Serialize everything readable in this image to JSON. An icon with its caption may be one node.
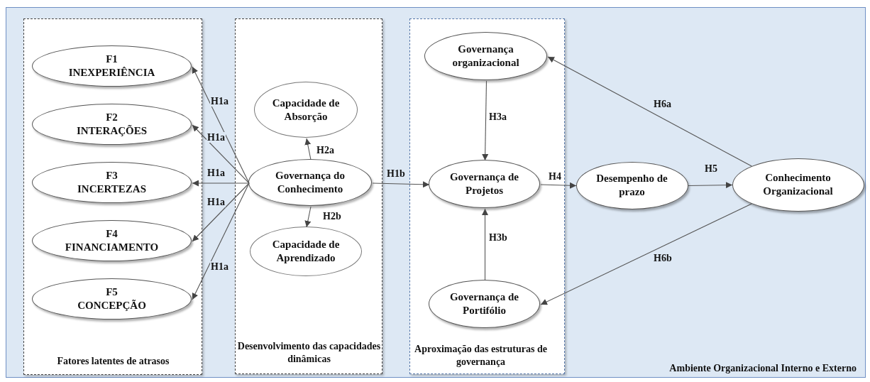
{
  "diagram": {
    "nodes": [
      {
        "text": [
          "Ambiente Organizacional Interno e Externo"
        ]
      },
      {
        "text": [
          "Fatores latentes de atrasos"
        ],
        "in": 0
      },
      {
        "text": [
          "F1",
          "INEXPERIÊNCIA"
        ],
        "in": 1
      },
      {
        "text": [
          "F2",
          "INTERAÇÕES"
        ],
        "in": 1
      },
      {
        "text": [
          "F3",
          "INCERTEZAS"
        ],
        "in": 1
      },
      {
        "text": [
          "F4",
          "FINANCIAMENTO"
        ],
        "in": 1
      },
      {
        "text": [
          "F5",
          "CONCEPÇÃO"
        ],
        "in": 1
      },
      {
        "text": [
          "Desenvolvimento das capacidades dinâmicas"
        ],
        "in": 0
      },
      {
        "text": [
          "Capacidade de Absorção"
        ],
        "in": 7
      },
      {
        "text": [
          "Governança do Conhecimento"
        ],
        "in": 7
      },
      {
        "text": [
          "Capacidade de Aprendizado"
        ],
        "in": 7
      },
      {
        "text": [
          "Aproximação das estruturas de governança"
        ],
        "in": 0
      },
      {
        "text": [
          "Governança organizacional"
        ],
        "in": 11
      },
      {
        "text": [
          "Governança de Projetos"
        ],
        "in": 11
      },
      {
        "text": [
          "Governança de Portifólio"
        ],
        "in": 11
      },
      {
        "text": [
          "Desempenho de prazo"
        ],
        "in": 0
      },
      {
        "text": [
          "Conhecimento Organizacional"
        ],
        "in": 0
      }
    ],
    "edges": [
      {
        "from": 9,
        "to": 2,
        "arrow": "to",
        "label": "H1a"
      },
      {
        "from": 9,
        "to": 3,
        "arrow": "to",
        "label": "H1a"
      },
      {
        "from": 9,
        "to": 4,
        "arrow": "to",
        "label": "H1a"
      },
      {
        "from": 9,
        "to": 5,
        "arrow": "to",
        "label": "H1a"
      },
      {
        "from": 9,
        "to": 6,
        "arrow": "to",
        "label": "H1a"
      },
      {
        "from": 9,
        "to": 8,
        "arrow": "to",
        "label": "H2a"
      },
      {
        "from": 9,
        "to": 10,
        "arrow": "to",
        "label": "H2b"
      },
      {
        "from": 9,
        "to": 13,
        "arrow": "to",
        "label": "H1b"
      },
      {
        "from": 12,
        "to": 13,
        "arrow": "to",
        "label": "H3a"
      },
      {
        "from": 14,
        "to": 13,
        "arrow": "to",
        "label": "H3b"
      },
      {
        "from": 13,
        "to": 15,
        "arrow": "to",
        "label": "H4"
      },
      {
        "from": 15,
        "to": 16,
        "arrow": "to",
        "label": "H5"
      },
      {
        "from": 16,
        "to": 12,
        "arrow": "to",
        "label": "H6a"
      },
      {
        "from": 16,
        "to": 14,
        "arrow": "to",
        "label": "H6b"
      }
    ]
  }
}
